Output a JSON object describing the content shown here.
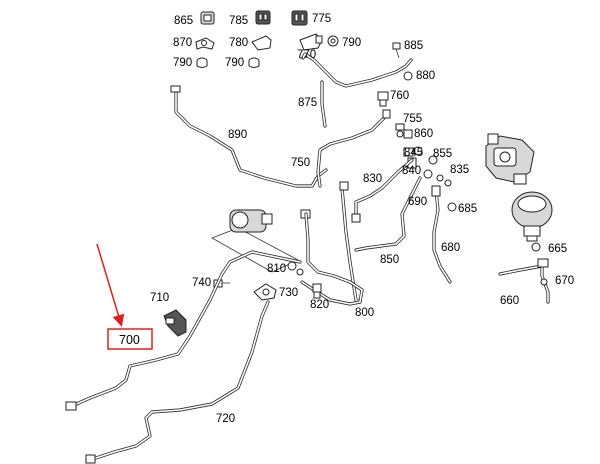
{
  "callouts": {
    "p865": "865",
    "p785": "785",
    "p775": "775",
    "p870": "870",
    "p780": "780",
    "p770": "770",
    "p790a": "790",
    "p790b": "790",
    "p790c": "790",
    "p885": "885",
    "p880": "880",
    "p875": "875",
    "p760": "760",
    "p890": "890",
    "p755": "755",
    "p860": "860",
    "p855": "855",
    "p750": "750",
    "p845": "845",
    "p835": "835",
    "p840": "840",
    "p830": "830",
    "p690": "690",
    "p685": "685",
    "p680": "680",
    "p665": "665",
    "p850": "850",
    "p810": "810",
    "p670": "670",
    "p740": "740",
    "p730": "730",
    "p660": "660",
    "p710": "710",
    "p820": "820",
    "p800": "800",
    "p700": "700",
    "p720": "720"
  },
  "highlight": {
    "part": "700",
    "color": "#e0201b"
  }
}
